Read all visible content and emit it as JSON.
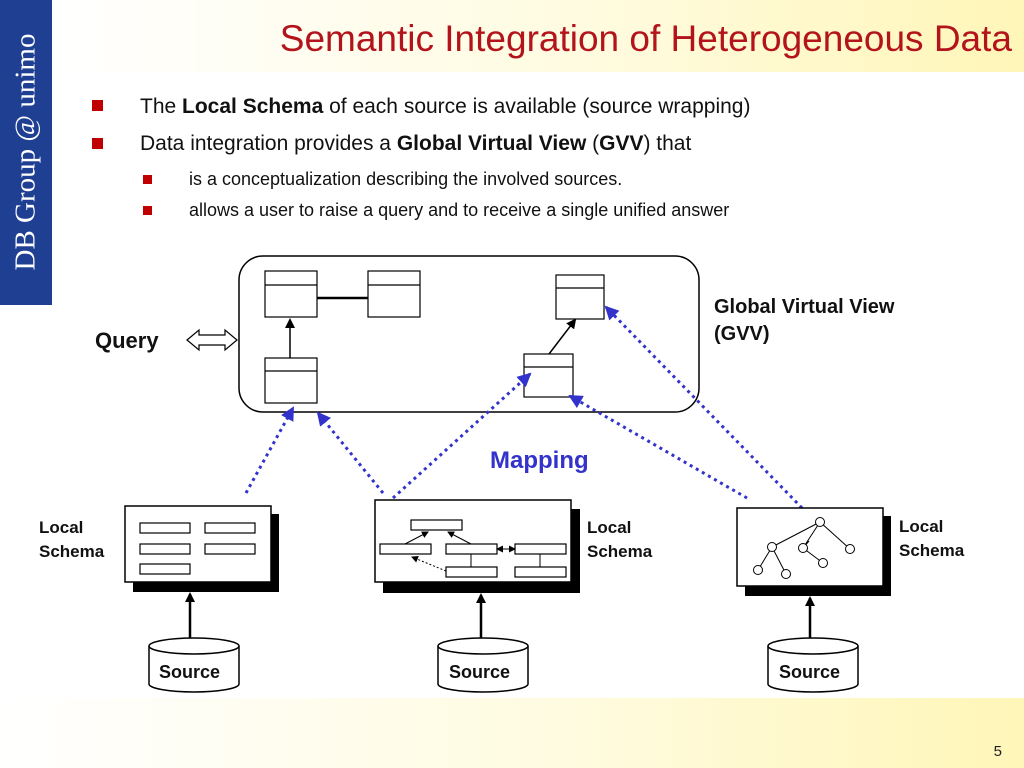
{
  "sidebar": {
    "text": "DB Group @ unimo"
  },
  "title": "Semantic Integration of Heterogeneous Data",
  "bullets": {
    "b1": {
      "pre": "The ",
      "bold": "Local Schema",
      "post": " of each source is available (source wrapping)"
    },
    "b2": {
      "pre": "Data integration provides a ",
      "bold1": "Global Virtual View",
      "mid1": " (",
      "bold2": "GVV",
      "post": ") that"
    },
    "b2_1": "is a conceptualization describing the involved sources.",
    "b2_2": "allows a user to raise a query and to receive a single unified answer"
  },
  "diagram": {
    "query_label": "Query",
    "gvv_label_line1": "Global Virtual View",
    "gvv_label_line2": "(GVV)",
    "mapping_label": "Mapping",
    "local_schema_line1": "Local",
    "local_schema_line2": "Schema",
    "source_label": "Source",
    "colors": {
      "mapping": "#3333cc",
      "title": "#b3141c",
      "sidebar": "#1f3f93",
      "bullet": "#c00000"
    }
  },
  "page_number": "5"
}
